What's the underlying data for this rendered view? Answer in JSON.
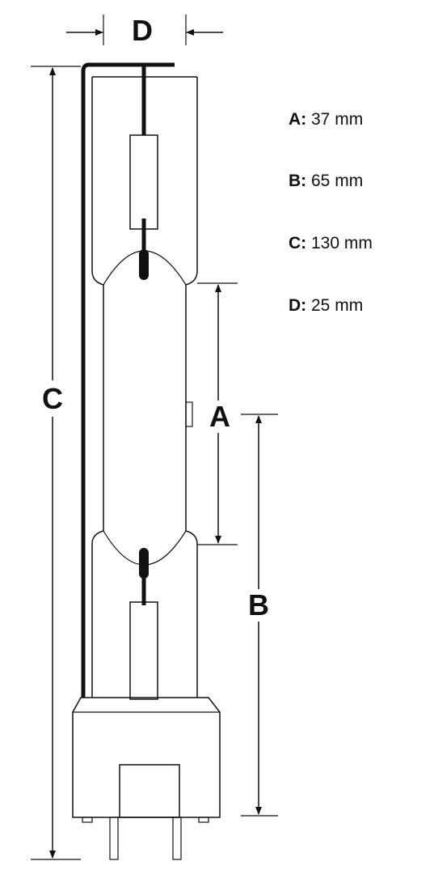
{
  "dimension_labels": {
    "a": "A",
    "b": "B",
    "c": "C",
    "d": "D"
  },
  "specs": [
    {
      "key": "A:",
      "value": " 37 mm"
    },
    {
      "key": "B:",
      "value": " 65 mm"
    },
    {
      "key": "C:",
      "value": " 130 mm"
    },
    {
      "key": "D:",
      "value": " 25 mm"
    }
  ]
}
